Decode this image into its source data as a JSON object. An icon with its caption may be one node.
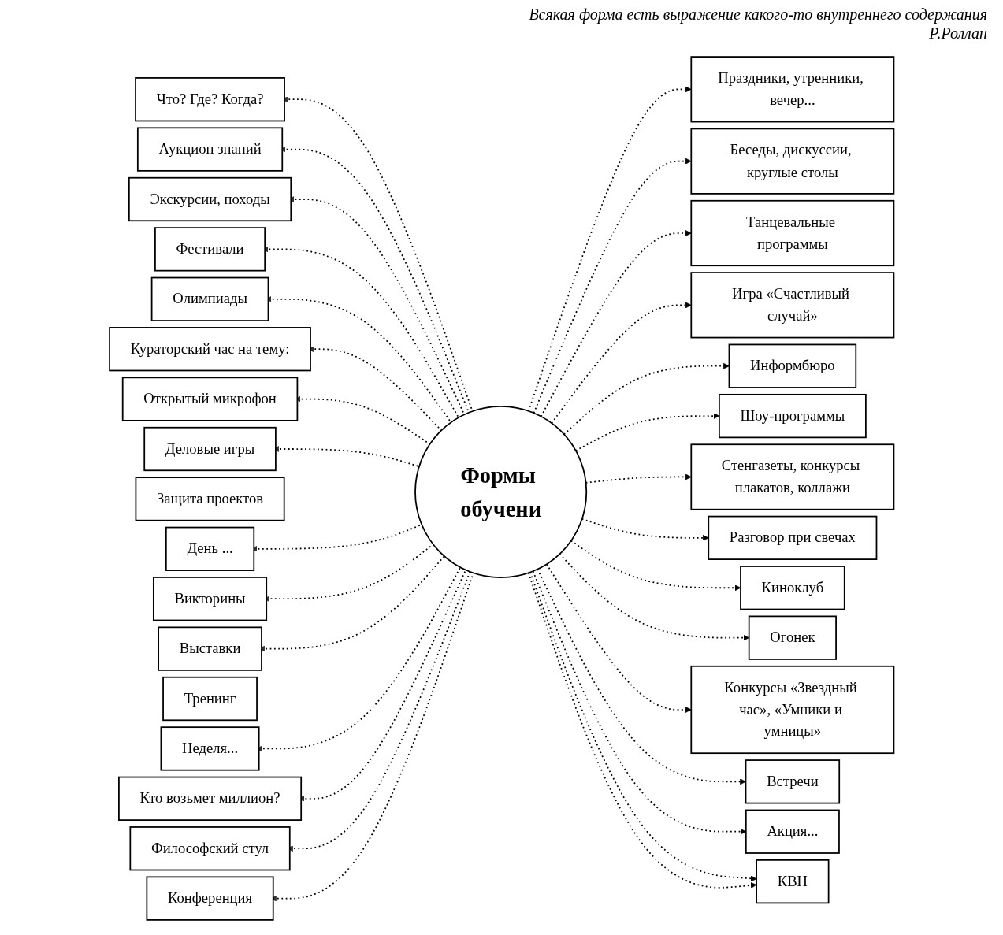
{
  "diagram": {
    "nodes": [
      {
        "text": [
          "Формы обучени"
        ]
      },
      {
        "text": [
          "Что? Где? Когда?"
        ]
      },
      {
        "text": [
          "Праздники, утренники, вечер..."
        ]
      },
      {
        "text": [
          "Экскурсии, походы"
        ]
      },
      {
        "text": [
          "Беседы, дискуссии, круглые столы"
        ]
      },
      {
        "text": [
          "Аукцион знаний"
        ]
      },
      {
        "text": [
          "Танцевальные программы"
        ]
      },
      {
        "text": [
          "Фестивали"
        ]
      },
      {
        "text": [
          "Олимпиады"
        ]
      },
      {
        "text": [
          "Игра «Счастливый случай»"
        ]
      },
      {
        "text": [
          "Кураторский час на тему:"
        ]
      },
      {
        "text": [
          "Информбюро"
        ]
      },
      {
        "text": [
          "Открытый микрофон"
        ]
      },
      {
        "text": [
          "Шоу-программы"
        ]
      },
      {
        "text": [
          "Деловые игры"
        ]
      },
      {
        "text": [
          "Киноклуб"
        ]
      },
      {
        "text": [
          "Защита проектов"
        ]
      },
      {
        "text": [
          "Выставки"
        ]
      },
      {
        "text": [
          "День ..."
        ]
      },
      {
        "text": [
          "Встречи"
        ]
      },
      {
        "text": [
          "КВН"
        ]
      },
      {
        "text": [
          "Викторины"
        ]
      },
      {
        "text": [
          "Стенгазеты, конкурсы плакатов, коллажи"
        ]
      },
      {
        "text": [
          "Тренинг"
        ]
      },
      {
        "text": [
          "Неделя..."
        ]
      },
      {
        "text": [
          "Огонек"
        ]
      },
      {
        "text": [
          "Конференция"
        ]
      },
      {
        "text": [
          "Акция..."
        ]
      },
      {
        "text": [
          "Кто возьмет миллион?"
        ]
      },
      {
        "text": [
          "Философский стул"
        ]
      },
      {
        "text": [
          "Разговор при свечах"
        ]
      },
      {
        "text": [
          "Конкурсы «Звездный час», «Умники и умницы»"
        ]
      }
    ],
    "edges": [
      {
        "from": 0,
        "to": 1,
        "arrow": "to",
        "style": "dashed"
      },
      {
        "from": 0,
        "to": 5,
        "arrow": "to",
        "style": "dashed"
      },
      {
        "from": 0,
        "to": 3,
        "arrow": "to",
        "style": "dashed"
      },
      {
        "from": 0,
        "to": 2,
        "arrow": "to",
        "style": "dashed"
      },
      {
        "from": 0,
        "to": 4,
        "arrow": "to",
        "style": "dashed"
      },
      {
        "from": 0,
        "to": 6,
        "arrow": "to",
        "style": "dashed"
      },
      {
        "from": 0,
        "to": 7,
        "arrow": "to",
        "style": "dashed"
      },
      {
        "from": 0,
        "to": 8,
        "arrow": "to",
        "style": "dashed"
      },
      {
        "from": 0,
        "to": 9,
        "arrow": "to",
        "style": "dashed"
      },
      {
        "from": 0,
        "to": 10,
        "arrow": "to",
        "style": "dashed"
      },
      {
        "from": 0,
        "to": 11,
        "arrow": "to",
        "style": "dashed"
      },
      {
        "from": 0,
        "to": 12,
        "arrow": "to",
        "style": "dashed"
      },
      {
        "from": 0,
        "to": 13,
        "arrow": "to",
        "style": "dashed"
      },
      {
        "from": 0,
        "to": 14,
        "arrow": "to",
        "style": "dashed"
      },
      {
        "from": 0,
        "to": 18,
        "arrow": "to",
        "style": "dashed"
      },
      {
        "from": 0,
        "to": 21,
        "arrow": "to",
        "style": "dashed"
      },
      {
        "from": 0,
        "to": 17,
        "arrow": "to",
        "style": "dashed"
      },
      {
        "from": 0,
        "to": 24,
        "arrow": "to",
        "style": "dashed"
      },
      {
        "from": 0,
        "to": 28,
        "arrow": "to",
        "style": "dashed"
      },
      {
        "from": 0,
        "to": 29,
        "arrow": "to",
        "style": "dashed"
      },
      {
        "from": 0,
        "to": 26,
        "arrow": "to",
        "style": "dashed"
      },
      {
        "from": 0,
        "to": 22,
        "arrow": "to",
        "style": "dashed"
      },
      {
        "from": 0,
        "to": 30,
        "arrow": "to",
        "style": "dashed"
      },
      {
        "from": 0,
        "to": 15,
        "arrow": "to",
        "style": "dashed"
      },
      {
        "from": 0,
        "to": 25,
        "arrow": "to",
        "style": "dashed"
      },
      {
        "from": 0,
        "to": 31,
        "arrow": "to",
        "style": "dashed"
      },
      {
        "from": 0,
        "to": 19,
        "arrow": "to",
        "style": "dashed"
      },
      {
        "from": 0,
        "to": 27,
        "arrow": "to",
        "style": "dashed"
      },
      {
        "from": 0,
        "to": 20,
        "arrow": "to",
        "style": "dashed"
      },
      {
        "from": 0,
        "to": 20,
        "arrow": "to",
        "style": "dashed"
      }
    ],
    "labels": [
      "Всякая форма есть выражение какого-то внутреннего содержания",
      "Р.Роллан"
    ]
  }
}
